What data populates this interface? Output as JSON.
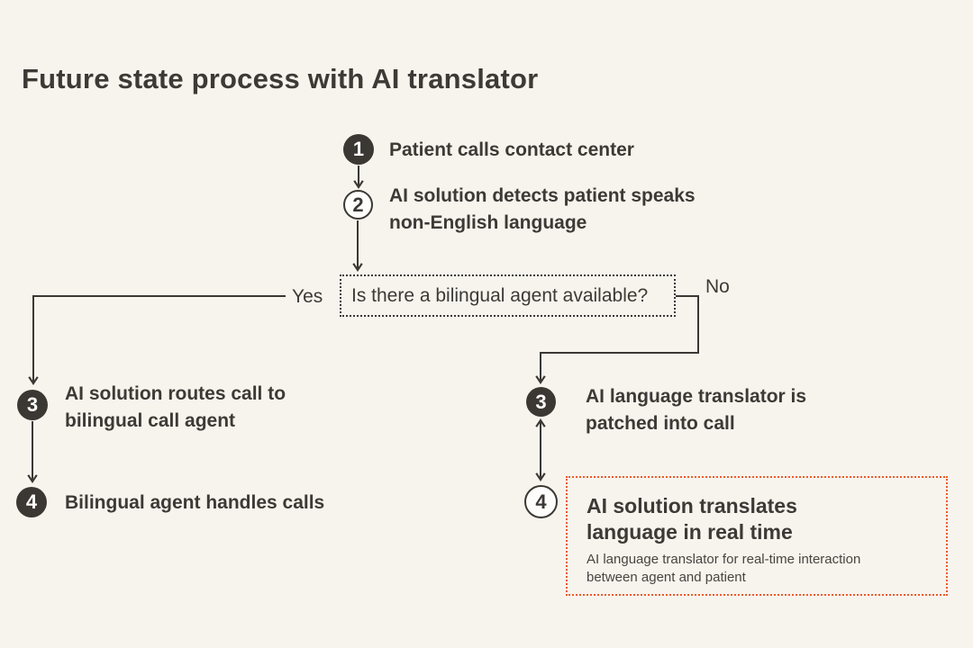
{
  "title": "Future state process with AI translator",
  "colors": {
    "background": "#f7f4ee",
    "ink": "#3b3834",
    "accent_orange": "#ee5a2a",
    "circle_fill_open": "#fdfdfb"
  },
  "flow": {
    "step1": {
      "num": "1",
      "text": "Patient calls contact center"
    },
    "step2": {
      "num": "2",
      "lines": [
        "AI solution detects patient speaks",
        "non-English language"
      ]
    },
    "decision": {
      "question": "Is there a bilingual agent available?",
      "yes": "Yes",
      "no": "No"
    },
    "yes_branch": {
      "step3": {
        "num": "3",
        "lines": [
          "AI solution routes call to",
          "bilingual call agent"
        ]
      },
      "step4": {
        "num": "4",
        "text": "Bilingual agent handles calls"
      }
    },
    "no_branch": {
      "step3": {
        "num": "3",
        "lines": [
          "AI language translator is",
          "patched into call"
        ]
      },
      "step4": {
        "num": "4",
        "heading_lines": [
          "AI solution translates",
          "language in real time"
        ],
        "note_lines": [
          "AI language translator for real-time interaction",
          "between agent and patient"
        ]
      }
    }
  }
}
